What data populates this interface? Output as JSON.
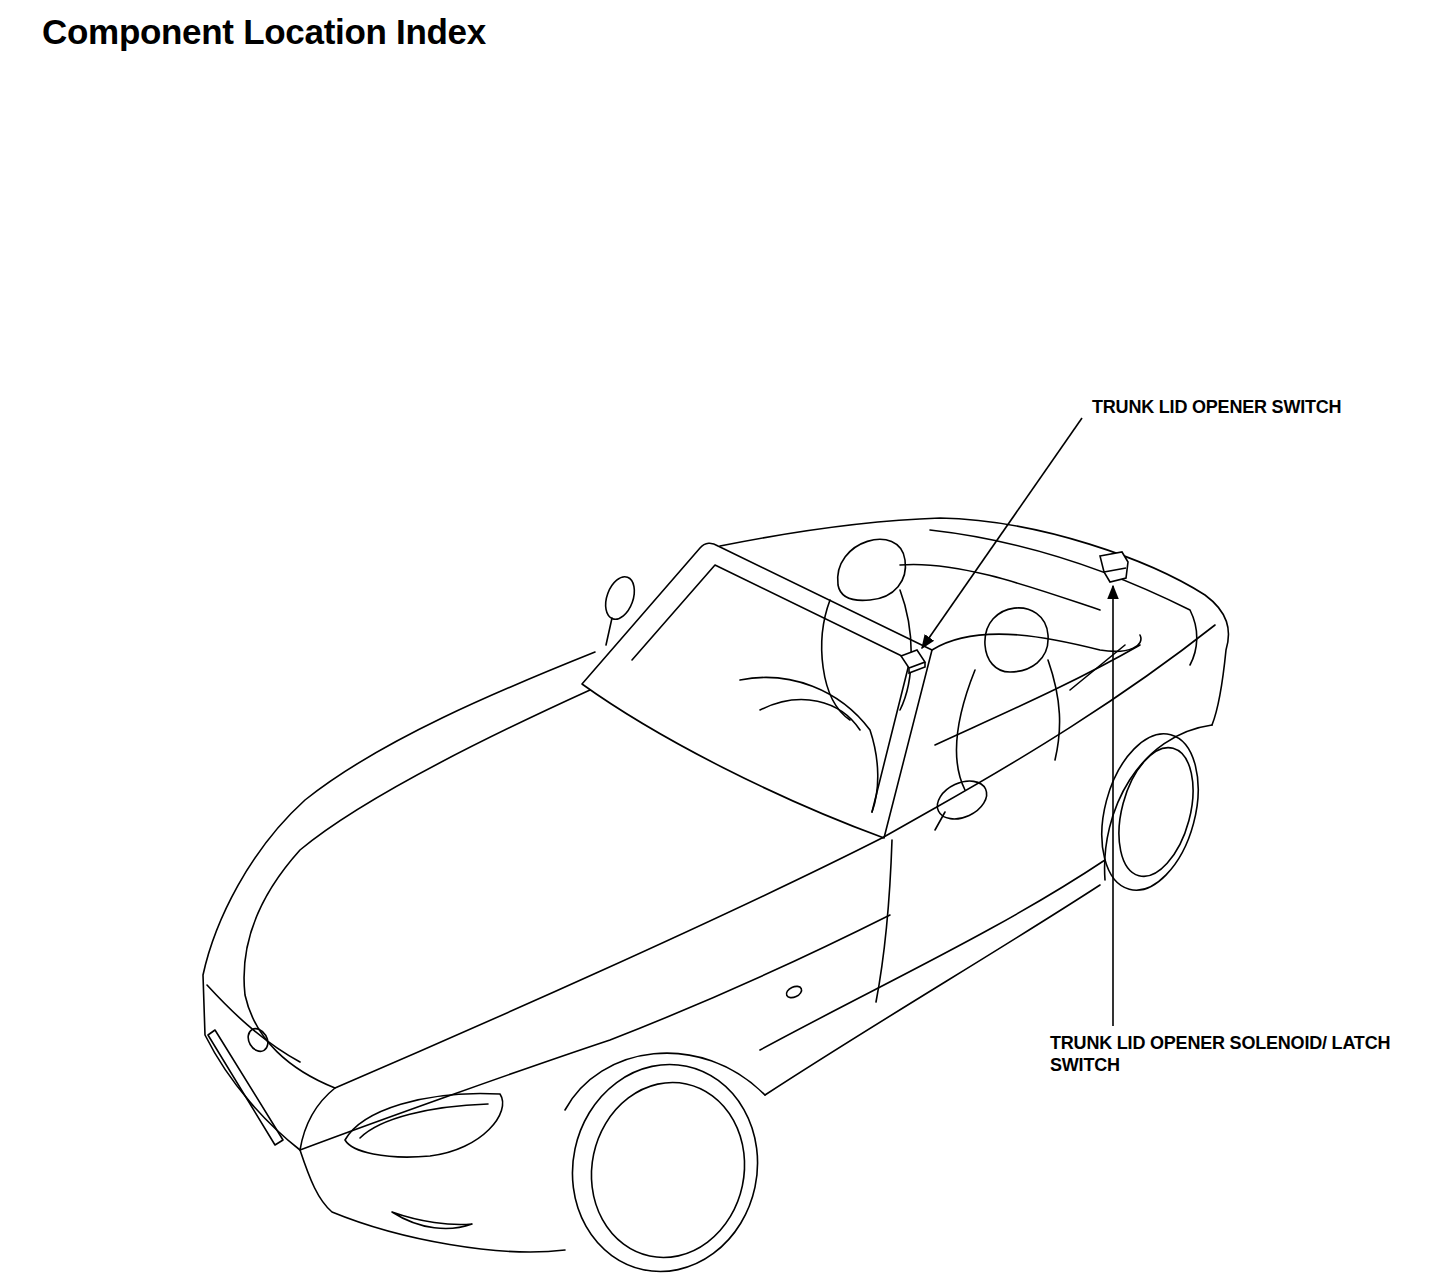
{
  "diagram": {
    "title": "Component Location Index",
    "labels": [
      "TRUNK LID OPENER SWITCH",
      "TRUNK LID OPENER SOLENOID/ LATCH SWITCH"
    ]
  }
}
